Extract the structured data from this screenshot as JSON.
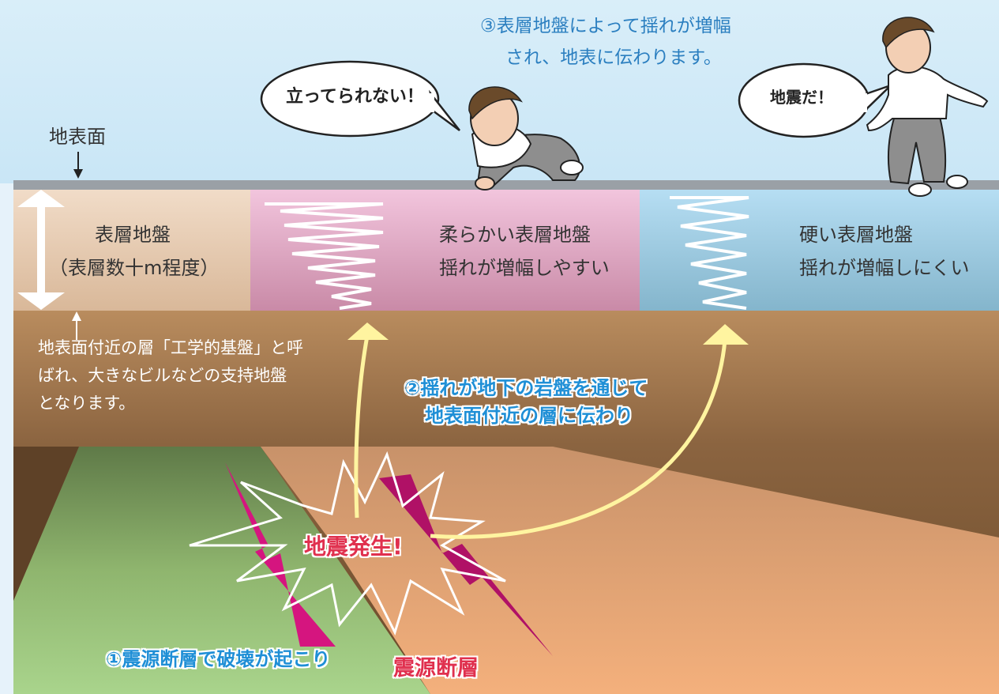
{
  "labels": {
    "step3_line1": "③表層地盤によって揺れが増幅",
    "step3_line2": "され、地表に伝わります。",
    "bubble_left": "立ってられない！",
    "bubble_right": "地震だ！",
    "ground_surface": "地表面",
    "surface_layer_line1": "表層地盤",
    "surface_layer_line2": "（表層数十m程度）",
    "soft_layer_line1": "柔らかい表層地盤",
    "soft_layer_line2": "揺れが増幅しやすい",
    "hard_layer_line1": "硬い表層地盤",
    "hard_layer_line2": "揺れが増幅しにくい",
    "bedrock_note_line1": "地表面付近の層「工学的基盤」と呼",
    "bedrock_note_line2": "ばれ、大きなビルなどの支持地盤",
    "bedrock_note_line3": "となります。",
    "step2_line1": "②揺れが地下の岩盤を通じて",
    "step2_line2": "地表面付近の層に伝わり",
    "earthquake": "地震発生!",
    "step1": "①震源断層で破壊が起こり",
    "fault": "震源断層"
  },
  "colors": {
    "sky": "#d8ecf8",
    "surface_layer": "#ecd3bd",
    "soft_layer": "#ebb7d3",
    "hard_layer": "#a9d6ee",
    "bedrock_top": "#b88a5c",
    "bedrock_bottom": "#6e4d2c",
    "fault_plane_left": "#a7d087",
    "fault_plane_right": "#f3b27a",
    "fault_arrow": "#d5157f",
    "wave_arrow": "#fff4a0",
    "step_text": "#2b7fc0",
    "earthquake_text": "#e0304e"
  },
  "icons": [
    "double-arrow-icon",
    "down-arrow-icon",
    "up-arrow-icon",
    "seismic-wave-icon",
    "burst-icon",
    "fault-arrow-icon",
    "speech-bubble-icon",
    "person-icon"
  ]
}
